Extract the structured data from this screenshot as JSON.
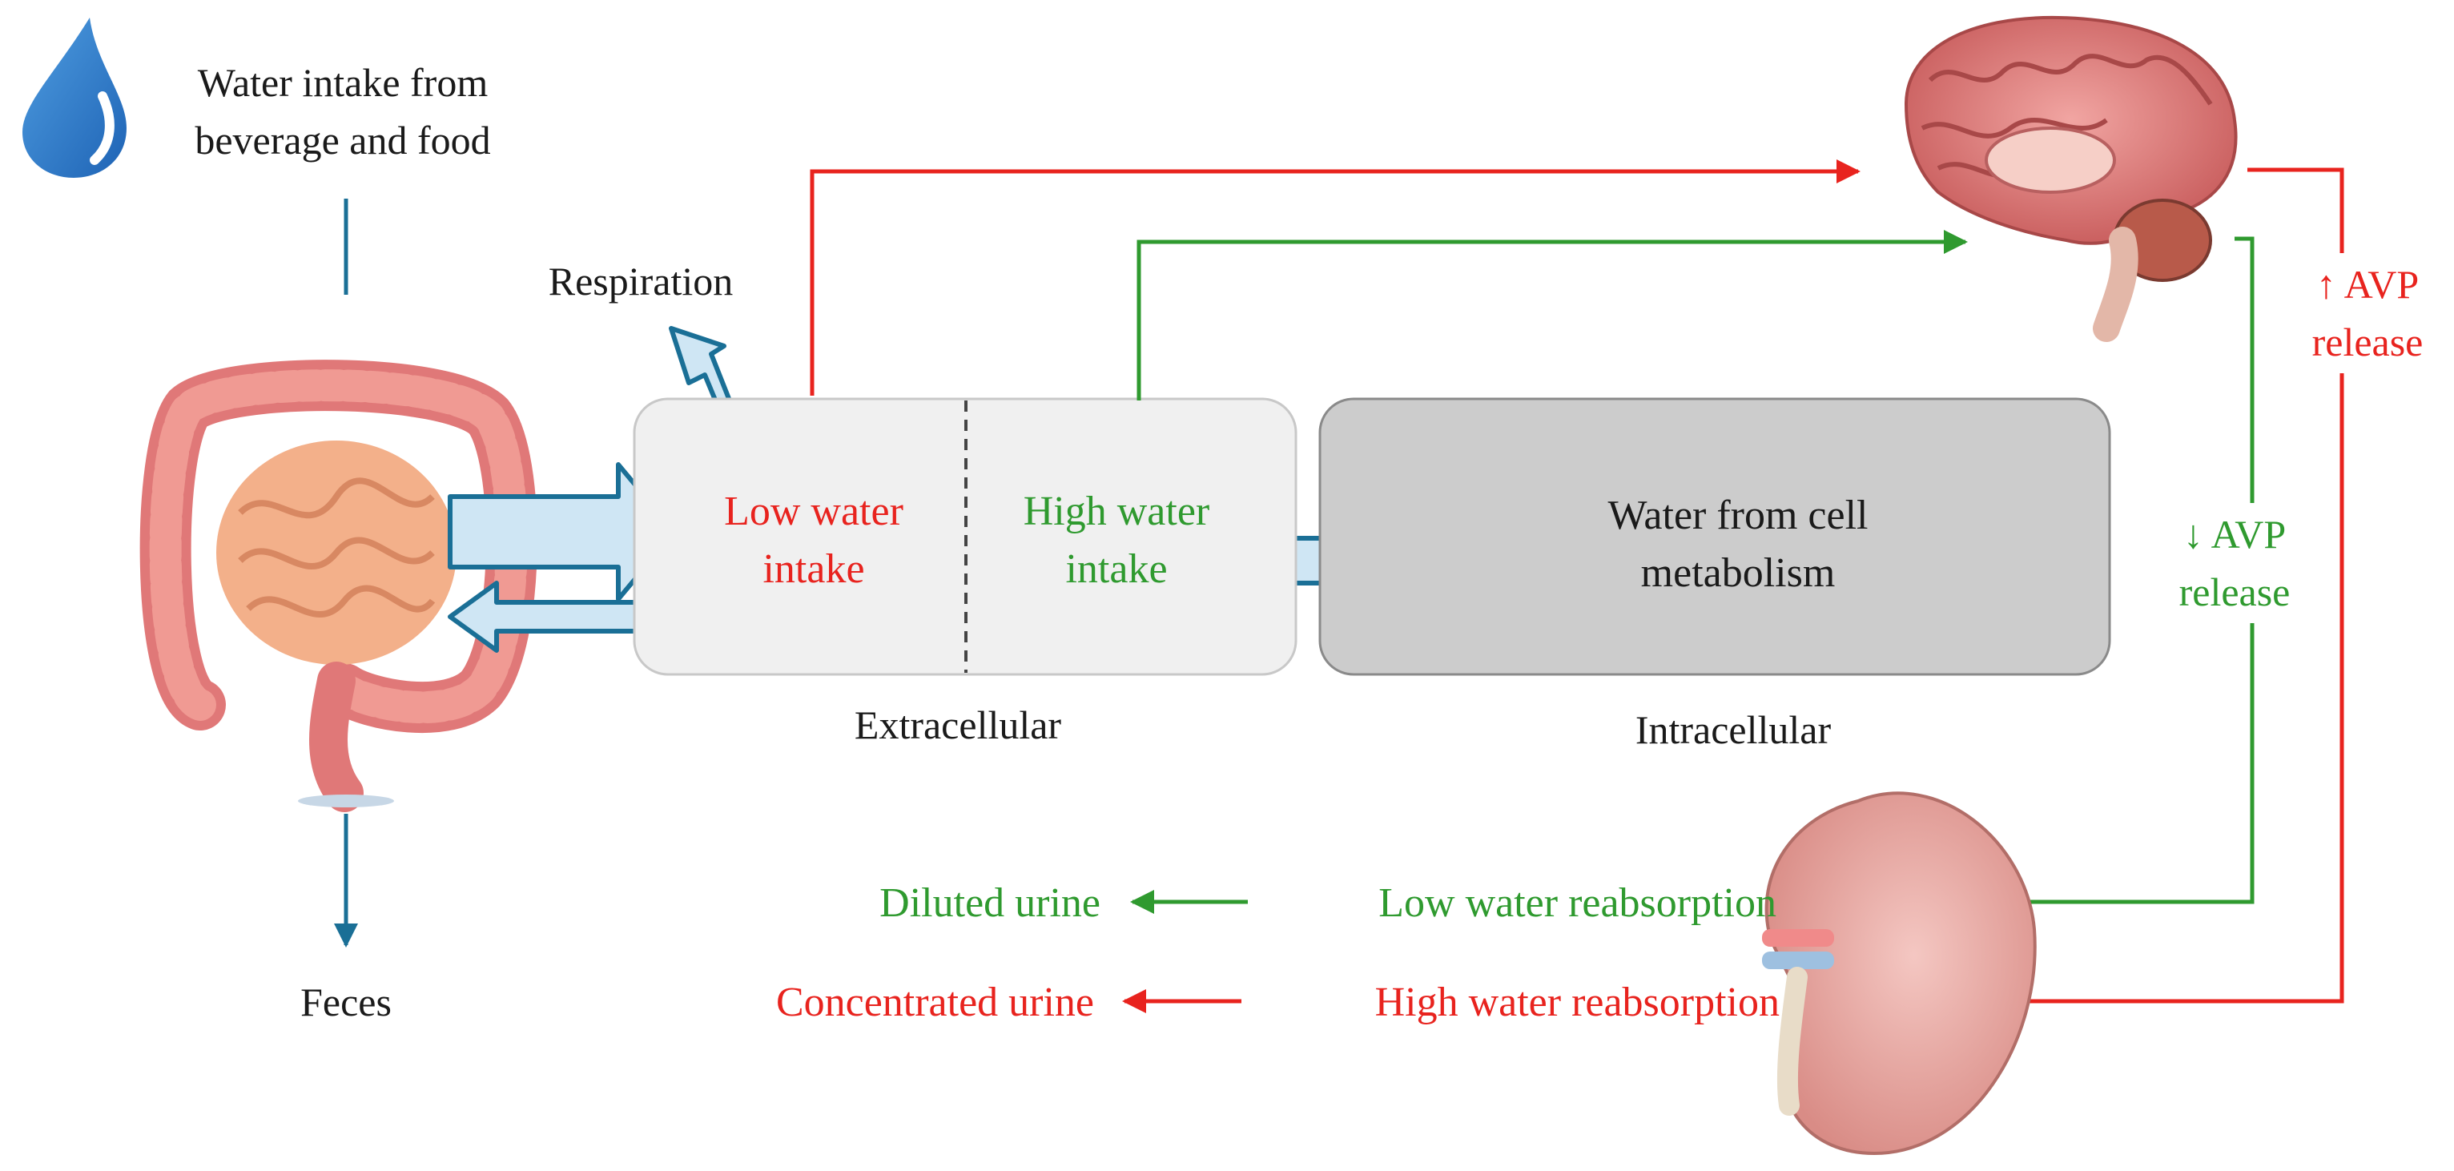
{
  "intake": {
    "line1": "Water intake from",
    "line2": "beverage and food"
  },
  "respiration": "Respiration",
  "feces": "Feces",
  "extracellular": {
    "low_line1": "Low water",
    "low_line2": "intake",
    "high_line1": "High water",
    "high_line2": "intake",
    "caption": "Extracellular"
  },
  "intracellular": {
    "line1": "Water from cell",
    "line2": "metabolism",
    "caption": "Intracellular"
  },
  "avp_up": {
    "line1": "↑ AVP",
    "line2": "release"
  },
  "avp_down": {
    "line1": "↓ AVP",
    "line2": "release"
  },
  "kidney": {
    "low_reabsorption": "Low water reabsorption",
    "high_reabsorption": "High water reabsorption",
    "diluted_urine": "Diluted urine",
    "concentrated_urine": "Concentrated urine"
  },
  "colors": {
    "low_intake_red": "#e8231e",
    "high_intake_green": "#2f9a2f",
    "flow_arrow_blue": "#1a6f96",
    "block_arrow_fill": "#cfe6f4",
    "extracellular_box": "#f0f0f0",
    "intracellular_box": "#cccccc"
  },
  "icons": [
    "water-drop-icon",
    "intestine-icon",
    "brain-icon",
    "kidney-icon"
  ]
}
